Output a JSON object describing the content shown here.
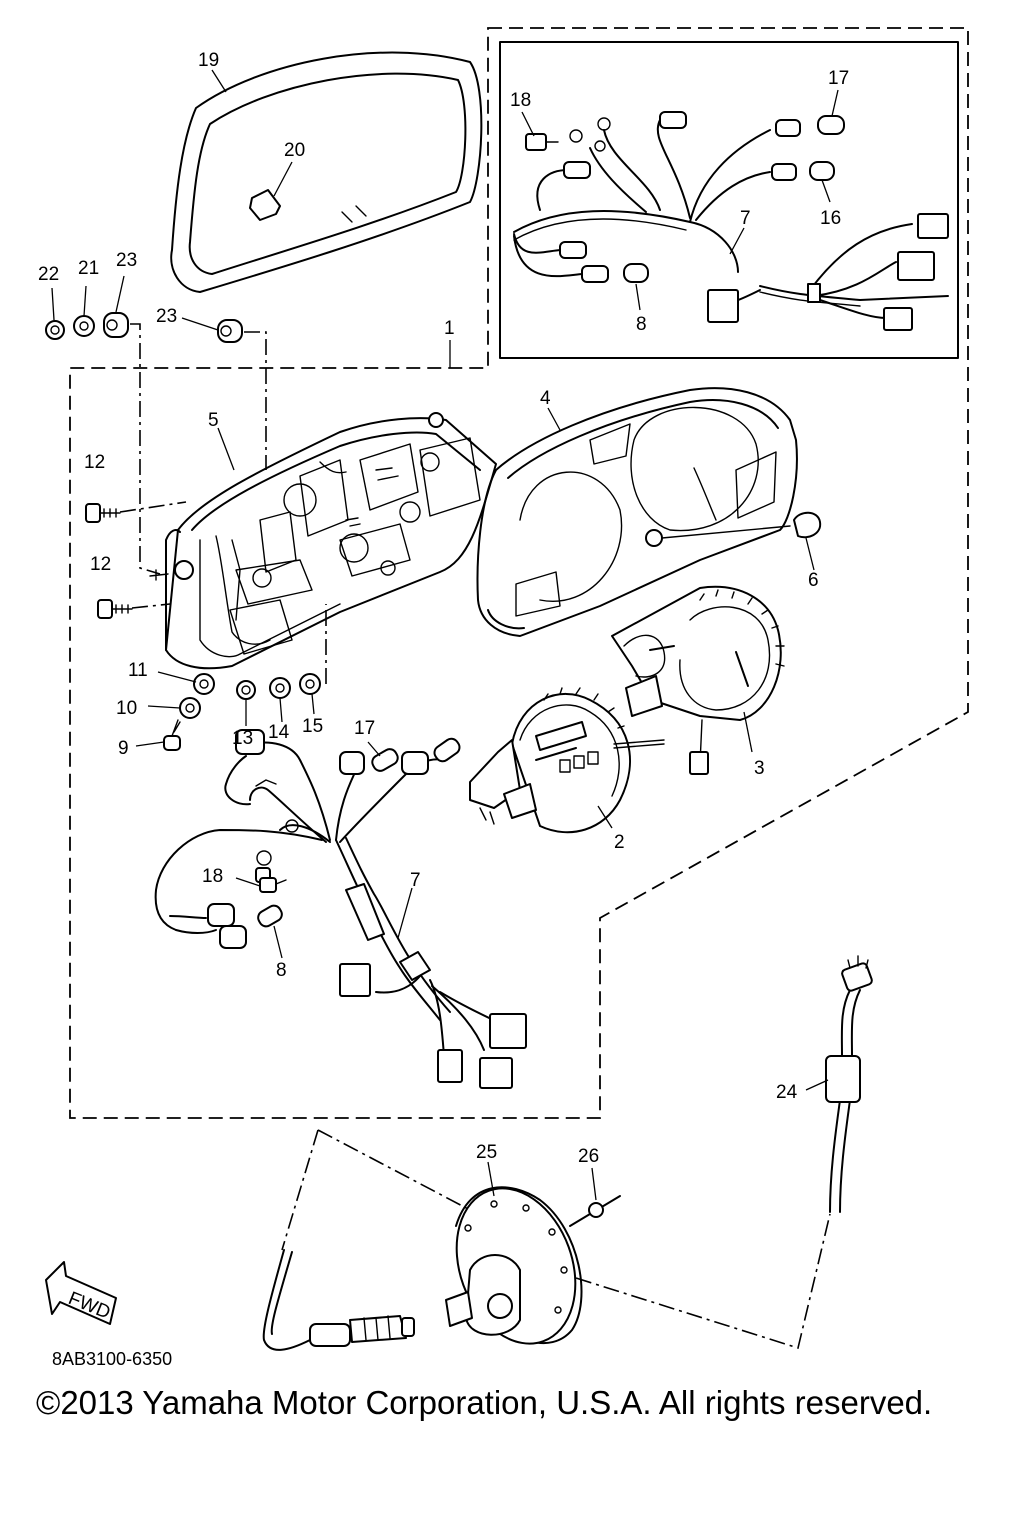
{
  "callouts": {
    "c1": "1",
    "c2": "2",
    "c3": "3",
    "c4": "4",
    "c5": "5",
    "c6": "6",
    "c7a": "7",
    "c7b": "7",
    "c8a": "8",
    "c8b": "8",
    "c9": "9",
    "c10": "10",
    "c11": "11",
    "c12a": "12",
    "c12b": "12",
    "c13": "13",
    "c14": "14",
    "c15": "15",
    "c16": "16",
    "c17a": "17",
    "c17b": "17",
    "c18a": "18",
    "c18b": "18",
    "c19": "19",
    "c20": "20",
    "c21": "21",
    "c22": "22",
    "c23a": "23",
    "c23b": "23",
    "c24": "24",
    "c25": "25",
    "c26": "26"
  },
  "fwd_badge": "FWD",
  "doc_code": "8AB3100-6350",
  "copyright": "©2013 Yamaha Motor Corporation, U.S.A. All rights reserved."
}
